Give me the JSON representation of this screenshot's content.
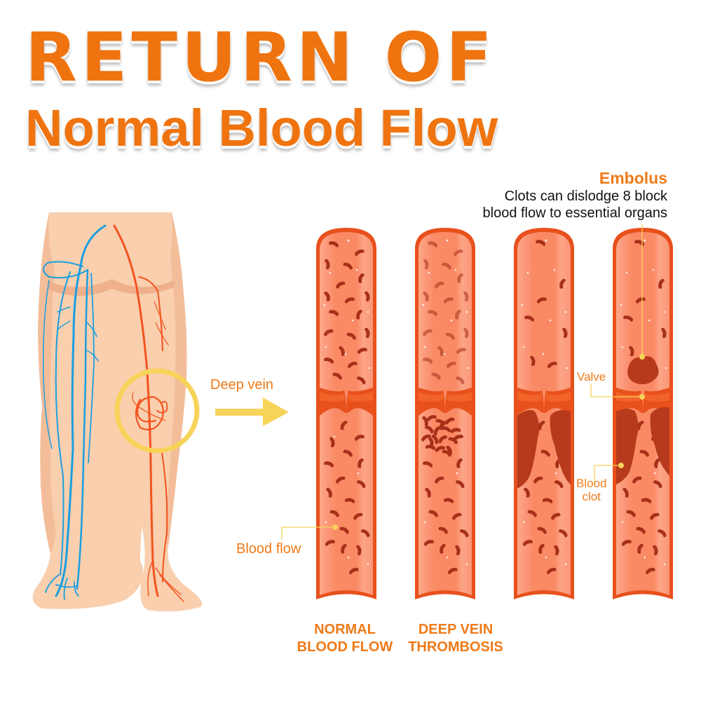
{
  "title": {
    "line1": "RETURN OF",
    "line2": "Normal Blood Flow"
  },
  "embolus": {
    "heading": "Embolus",
    "description_line1": "Clots can dislodge 8 block",
    "description_line2": "blood flow to essential organs"
  },
  "labels": {
    "deep_vein": "Deep vein",
    "blood_flow": "Blood flow",
    "valve": "Valve",
    "blood_clot_line1": "Blood",
    "blood_clot_line2": "clot"
  },
  "captions": [
    {
      "line1": "NORMAL",
      "line2": "BLOOD FLOW"
    },
    {
      "line1": "DEEP VEIN",
      "line2": "THROMBOSIS"
    }
  ],
  "vein_tubes": [
    {
      "id": "normal",
      "state": "normal blood flow"
    },
    {
      "id": "dvt",
      "state": "clumped cells below valve"
    },
    {
      "id": "clot",
      "state": "blood clot at valve"
    },
    {
      "id": "embolus",
      "state": "clot dislodged above valve"
    }
  ],
  "colors": {
    "title_orange": "#ef7410",
    "label_orange": "#ef7a18",
    "vein_blue": "#1a9fe0",
    "artery_red": "#f2531e",
    "skin": "#f9cfae",
    "skin_shade": "#efb08c",
    "highlight_yellow": "#f7d35a",
    "tube_wall": "#e8501c",
    "tube_fill": "#fb8c6a",
    "cell": "#a8301a",
    "clot": "#b73a1c"
  }
}
